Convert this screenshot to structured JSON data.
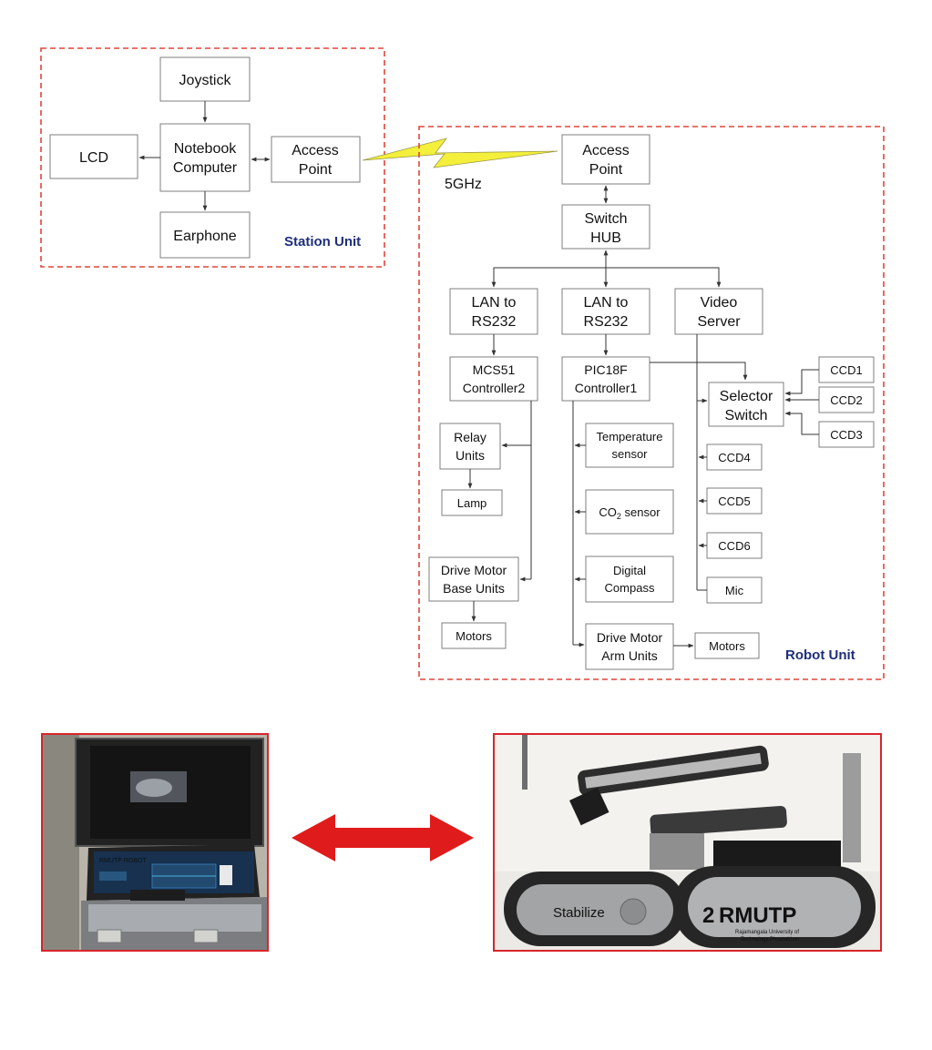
{
  "station_unit": {
    "label": "Station Unit",
    "joystick": "Joystick",
    "notebook": [
      "Notebook",
      "Computer"
    ],
    "lcd": "LCD",
    "access_point": [
      "Access",
      "Point"
    ],
    "earphone": "Earphone"
  },
  "link": {
    "band": "5GHz"
  },
  "robot_unit": {
    "label": "Robot Unit",
    "access_point": [
      "Access",
      "Point"
    ],
    "switch_hub": [
      "Switch",
      "HUB"
    ],
    "lan_rs232_left": [
      "LAN to",
      "RS232"
    ],
    "lan_rs232_mid": [
      "LAN to",
      "RS232"
    ],
    "video_server": [
      "Video",
      "Server"
    ],
    "mcs51": [
      "MCS51",
      "Controller2"
    ],
    "pic18f": [
      "PIC18F",
      "Controller1"
    ],
    "selector_switch": [
      "Selector",
      "Switch"
    ],
    "ccd1": "CCD1",
    "ccd2": "CCD2",
    "ccd3": "CCD3",
    "relay_units": [
      "Relay",
      "Units"
    ],
    "lamp": "Lamp",
    "temperature_sensor": [
      "Temperature",
      "sensor"
    ],
    "co2_main": "CO",
    "co2_sub": "2",
    "co2_tail": " sensor",
    "ccd4": "CCD4",
    "ccd5": "CCD5",
    "ccd6": "CCD6",
    "digital_compass": [
      "Digital",
      "Compass"
    ],
    "mic": "Mic",
    "drive_motor_base": [
      "Drive Motor",
      "Base Units"
    ],
    "motors_left": "Motors",
    "drive_motor_arm": [
      "Drive Motor",
      "Arm Units"
    ],
    "motors_right": "Motors"
  },
  "photos": {
    "station_screen_title": "RMUTP ROBOT",
    "robot_side_left": "Stabilize",
    "robot_number": "2",
    "robot_brand": "RMUTP",
    "robot_univ": [
      "Rajamangala University of",
      "Technology Phranakhon"
    ]
  },
  "colors": {
    "dashed_border": "#e0453a",
    "unit_label": "#1f2f7a",
    "lightning": "#f4ef3a",
    "arrow": "#e01b1b",
    "photo_border": "#d9252a"
  }
}
